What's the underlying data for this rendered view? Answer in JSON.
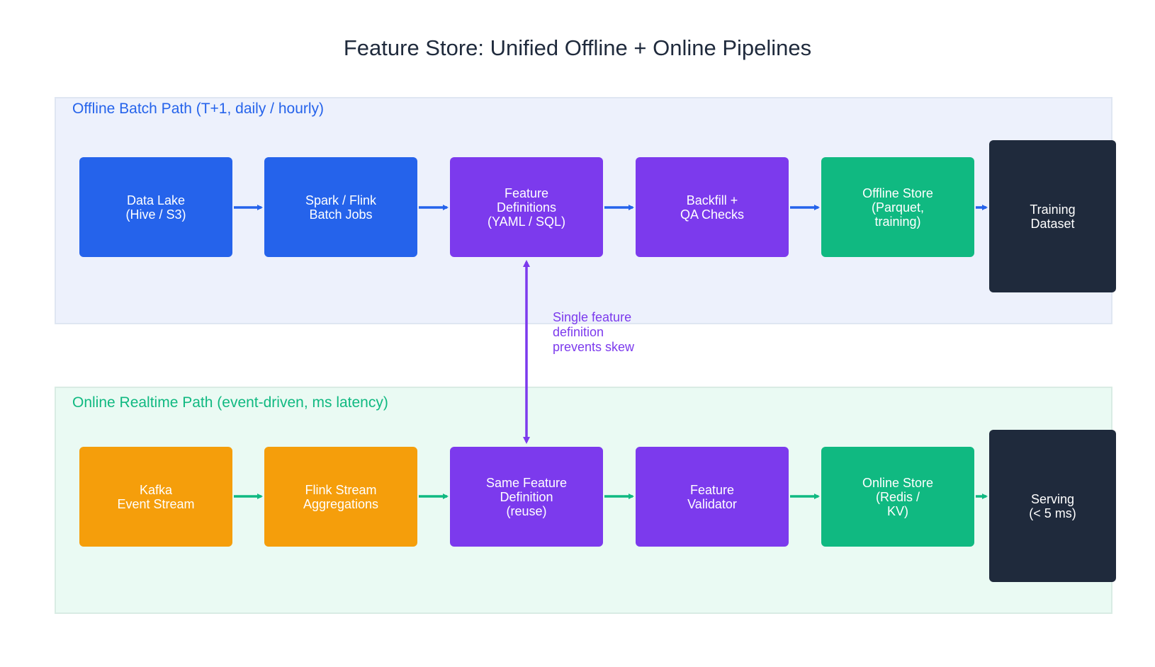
{
  "title": "Feature Store: Unified Offline + Online Pipelines",
  "colors": {
    "offline_accent": "#2563eb",
    "online_accent": "#10b981",
    "shared_accent": "#7c3aed",
    "stream_accent": "#f59e0b",
    "sink_dark": "#1f2a3c"
  },
  "offline": {
    "label": "Offline Batch Path (T+1, daily / hourly)",
    "nodes": [
      {
        "text": "Data Lake\n(Hive / S3)"
      },
      {
        "text": "Spark / Flink\nBatch Jobs"
      },
      {
        "text": "Feature\nDefinitions\n(YAML / SQL)"
      },
      {
        "text": "Backfill +\nQA Checks"
      },
      {
        "text": "Offline Store\n(Parquet,\ntraining)"
      },
      {
        "text": "Training\nDataset"
      }
    ]
  },
  "online": {
    "label": "Online Realtime Path (event-driven, ms latency)",
    "nodes": [
      {
        "text": "Kafka\nEvent Stream"
      },
      {
        "text": "Flink Stream\nAggregations"
      },
      {
        "text": "Same Feature\nDefinition\n(reuse)"
      },
      {
        "text": "Feature\nValidator"
      },
      {
        "text": "Online Store\n(Redis /\nKV)"
      },
      {
        "text": "Serving\n(< 5 ms)"
      }
    ]
  },
  "link_note": "Single feature\ndefinition\nprevents skew"
}
